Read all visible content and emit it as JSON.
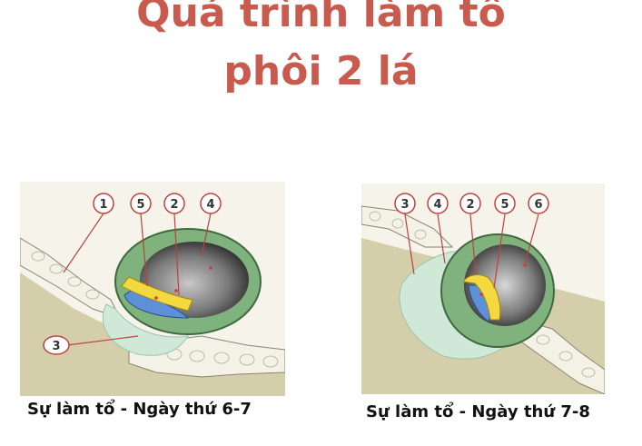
{
  "title": {
    "line1": "Quá trình làm tổ",
    "line2": "phôi 2 lá"
  },
  "colors": {
    "title": "#c85a4e",
    "background_tissue": "#d4ceaa",
    "epithelium": "#f4f2e6",
    "trophoblast": "#7fb27c",
    "syncytiotrophoblast": "#d0e8d8",
    "epiblast": "#f4d840",
    "hypoblast": "#5e90d8",
    "cavity": "#6a6a6a",
    "label_ring": "#c0403a"
  },
  "panels": [
    {
      "caption": "Sự làm tổ - Ngày thứ 6-7",
      "labels": [
        "1",
        "5",
        "2",
        "4",
        "3"
      ]
    },
    {
      "caption": "Sự làm tổ - Ngày thứ 7-8",
      "labels": [
        "3",
        "4",
        "2",
        "5",
        "6"
      ]
    }
  ]
}
